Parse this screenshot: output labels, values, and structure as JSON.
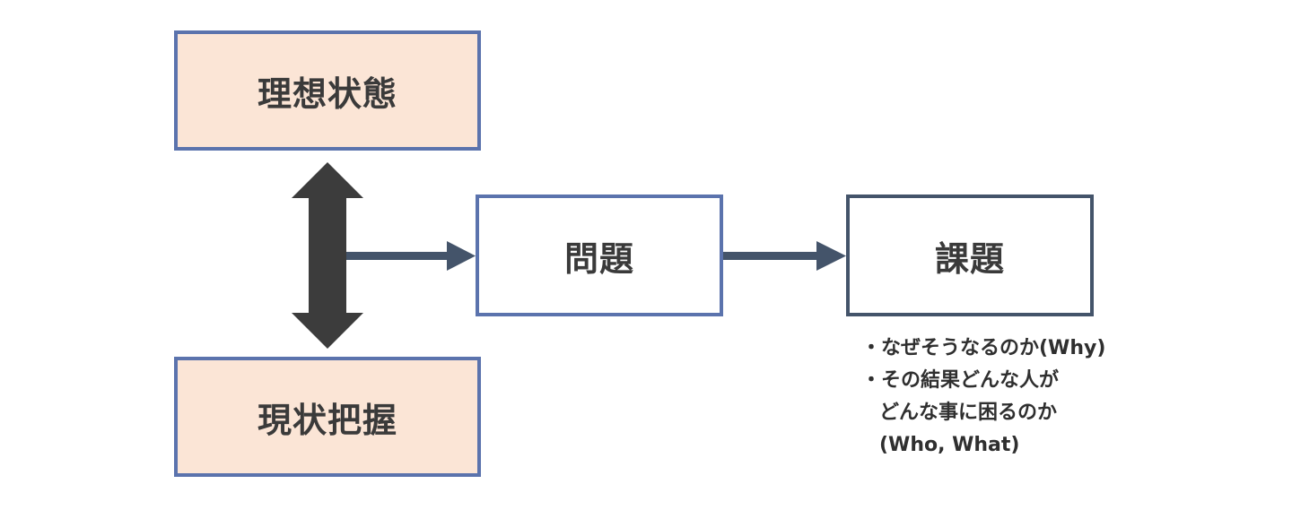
{
  "boxes": {
    "ideal": "理想状態",
    "current": "現状把握",
    "problem": "問題",
    "issue": "課題"
  },
  "notes": [
    "・なぜそうなるのか(Why)",
    "・その結果どんな人が",
    "どんな事に困るのか",
    "(Who, What)"
  ],
  "colors": {
    "pink_fill": "#fbe5d6",
    "blue_border": "#5b73ad",
    "dark_border": "#44546a",
    "double_arrow": "#3c3c3c",
    "flow_arrow": "#44546a"
  }
}
